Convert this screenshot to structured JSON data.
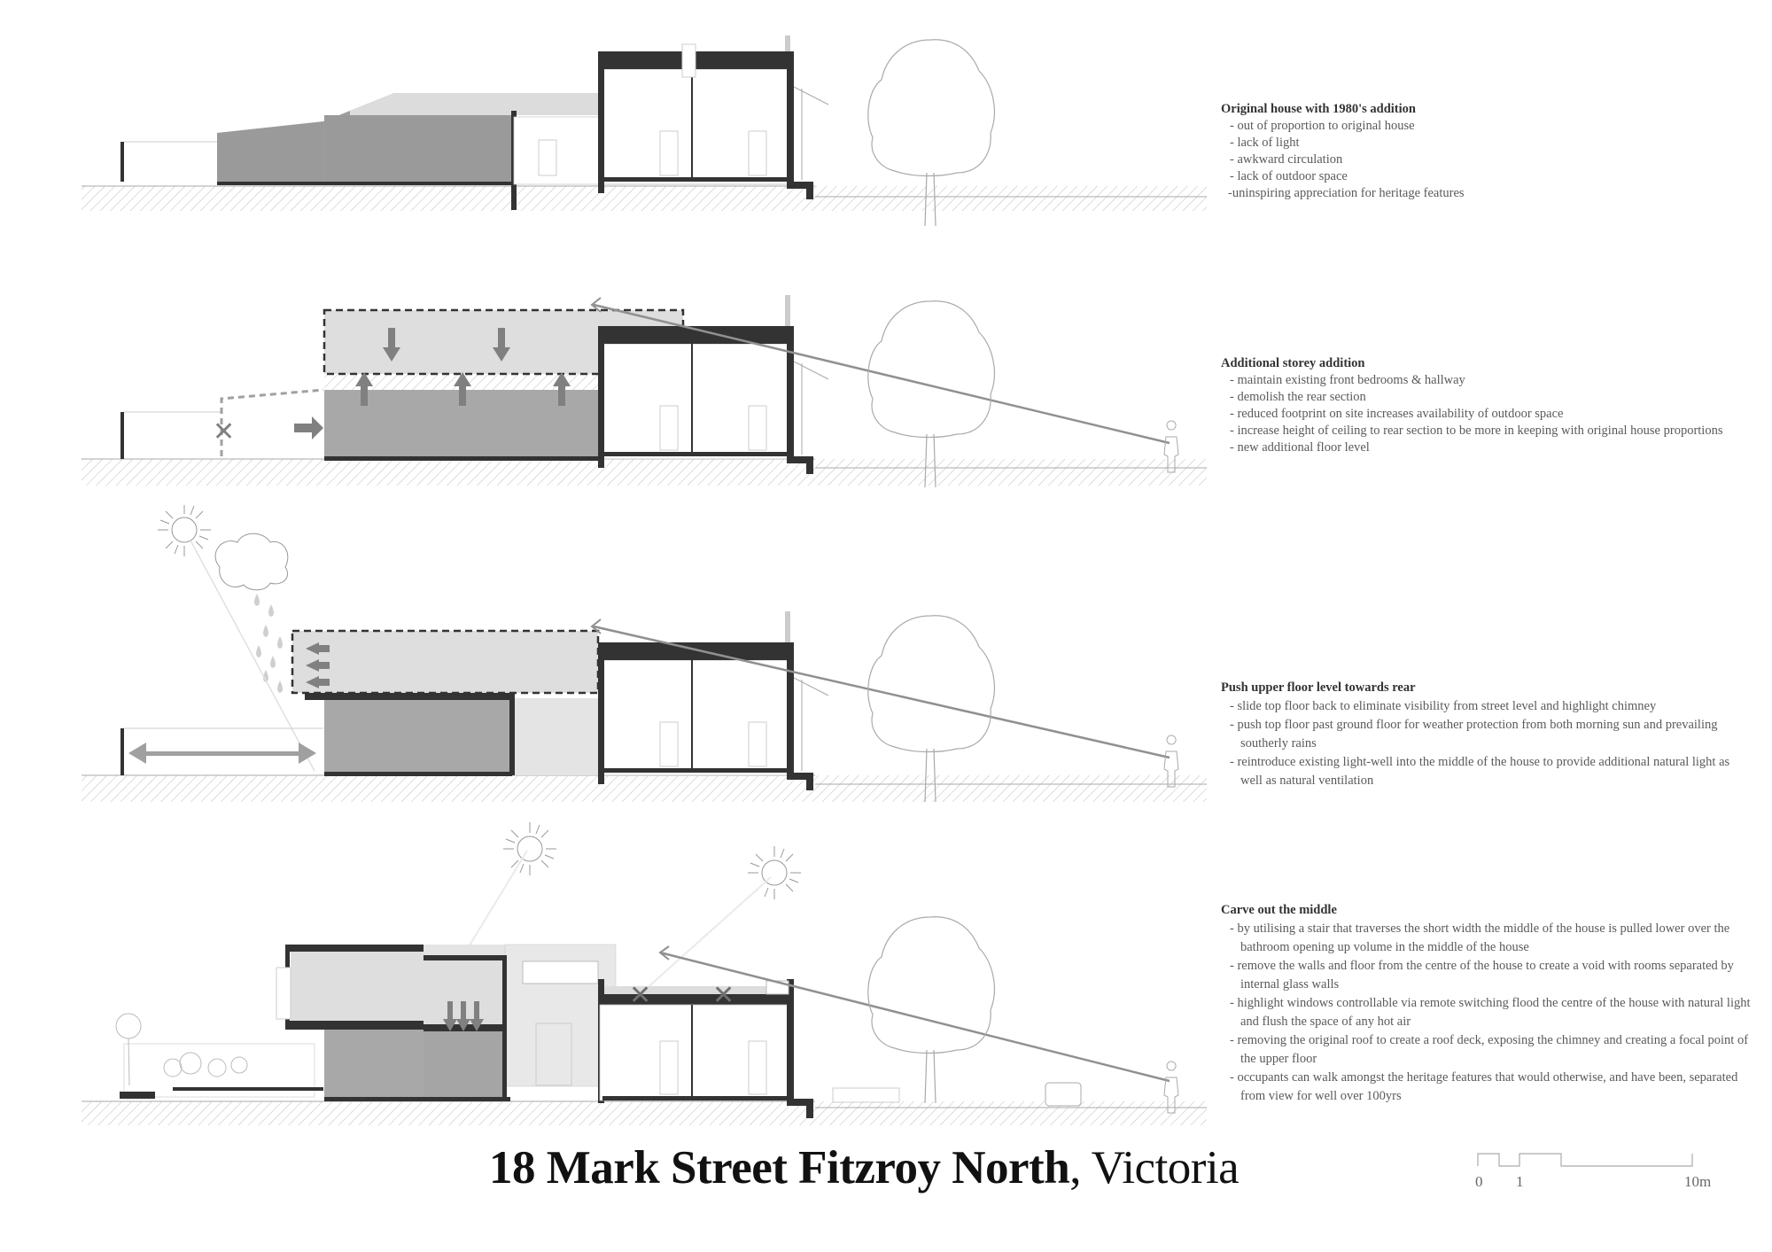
{
  "title": {
    "bold": "18 Mark Street Fitzroy North",
    "regular": ", Victoria"
  },
  "scale_bar": {
    "labels": [
      "0",
      "1",
      "10m"
    ]
  },
  "sections": [
    {
      "heading": "Original house with 1980's addition",
      "items": [
        "- out of proportion to original house",
        "- lack of light",
        "- awkward circulation",
        "- lack of outdoor space",
        "-uninspiring appreciation for heritage features"
      ]
    },
    {
      "heading": "Additional storey addition",
      "items": [
        "- maintain existing front bedrooms & hallway",
        "- demolish the rear section",
        "- reduced footprint on site increases availability of outdoor space",
        "- increase height of ceiling to rear section to be more in keeping with original house proportions",
        "- new additional floor level"
      ]
    },
    {
      "heading": "Push upper floor level towards rear",
      "items": [
        "- slide top floor back to eliminate visibility from street level and highlight chimney",
        "- push top floor past ground floor for weather protection from both morning sun and prevailing southerly rains",
        "- reintroduce existing light-well into the middle of the house to provide additional natural light as well as natural ventilation"
      ]
    },
    {
      "heading": "Carve out the middle",
      "items": [
        "- by utilising a stair that traverses the short width the middle of the house is pulled lower over the bathroom opening up volume in the middle of the house",
        "- remove the walls and floor from the centre of the house to create a void with rooms separated by internal glass walls",
        "- highlight windows controllable via remote switching flood the centre of the house with natural light and flush the space of any hot air",
        "- removing the original roof to create a roof deck, exposing the chimney and creating a focal point of the upper floor",
        "- occupants can walk amongst the heritage features that would otherwise, and have been, separated from view for well over 100yrs"
      ]
    }
  ],
  "colors": {
    "wall_dark": "#333333",
    "mass_mid": "#9a9a9a",
    "mass_light": "#dcdcdc",
    "arrow": "#808080",
    "line_light": "#bbbbbb"
  }
}
